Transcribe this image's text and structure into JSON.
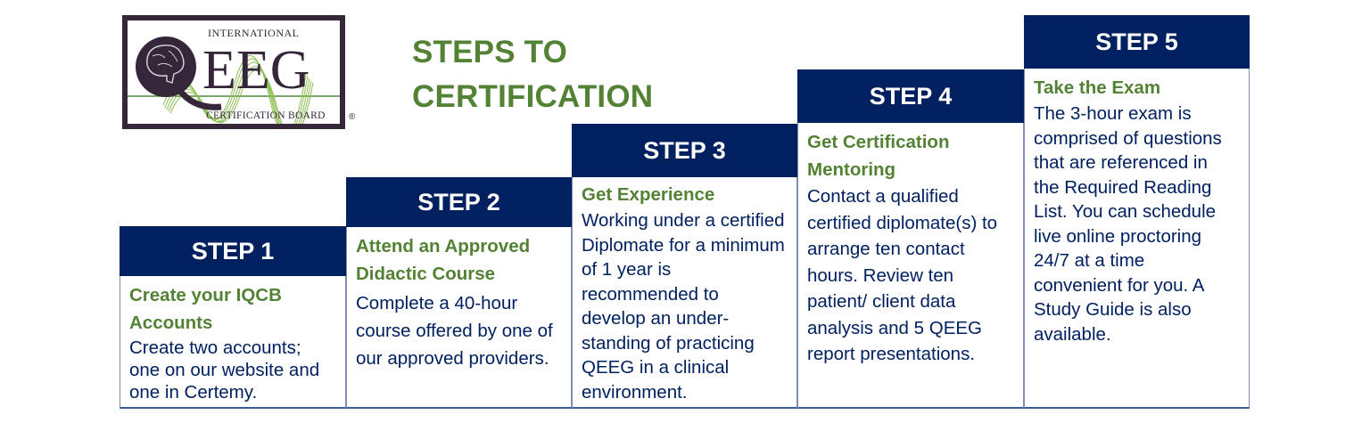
{
  "logo": {
    "top_text": "INTERNATIONAL",
    "main_text": "QEEG",
    "bottom_text": "CERTIFICATION BOARD",
    "registered_mark": "®",
    "icons": [
      "brain-icon",
      "eeg-wave-icon"
    ],
    "colors": {
      "frame": "#35263a",
      "wave": "#7fb24a"
    }
  },
  "title": {
    "line1": "STEPS TO",
    "line2": "CERTIFICATION",
    "color": "#548235"
  },
  "colors": {
    "header_bg": "#002060",
    "header_text": "#ffffff",
    "subtitle": "#548235",
    "body_text": "#002060"
  },
  "steps": [
    {
      "label": "STEP 1",
      "subtitle": "Create your IQCB Accounts",
      "description": "Create two accounts; one on our website and one in Certemy."
    },
    {
      "label": "STEP 2",
      "subtitle": "Attend an Approved Didactic Course",
      "description": "Complete a 40-hour course offered by one of our approved providers."
    },
    {
      "label": "STEP 3",
      "subtitle": "Get Experience",
      "description": "Working under a certified Diplomate for a minimum of 1 year is recommended to develop an under-standing of practicing QEEG in a clinical environment."
    },
    {
      "label": "STEP 4",
      "subtitle": "Get Certification Mentoring",
      "description": "Contact a qualified certified diplomate(s) to arrange ten contact hours. Review ten patient/ client data analysis and 5 QEEG report presentations."
    },
    {
      "label": "STEP 5",
      "subtitle": "Take the Exam",
      "description": "The 3-hour exam is comprised of questions that are referenced in the Required Reading List. You can schedule live online proctoring 24/7 at a time convenient for you. A Study Guide is also available."
    }
  ]
}
